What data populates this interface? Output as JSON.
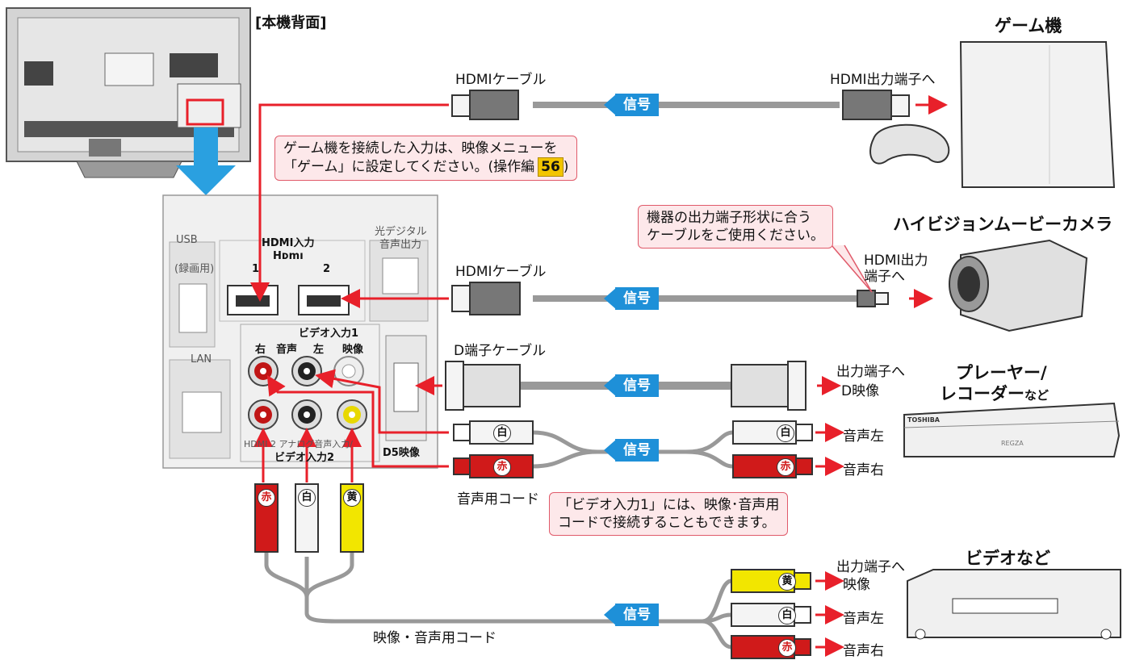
{
  "tv_label": "[本機背面]",
  "panel": {
    "usb": "USB",
    "usb_sub": "(録画用)",
    "hdmi_in": "HDMI入力",
    "hdmi_logo": "Hᴅmı",
    "hdmi_1": "1",
    "hdmi_2": "2",
    "optical_line1": "光デジタル",
    "optical_line2": "音声出力",
    "lan": "LAN",
    "video1": "ビデオ入力1",
    "right": "右",
    "audio": "音声",
    "left": "左",
    "video": "映像",
    "video2": "ビデオ入力2",
    "hdmi2_analog": "HDMI 2 アナログ音声入力/",
    "d5": "D5映像"
  },
  "devices": {
    "game": "ゲーム機",
    "camera": "ハイビジョンムービーカメラ",
    "player_line1": "プレーヤー/",
    "player_line2": "レコーダー",
    "player_suffix": "など",
    "video_deck": "ビデオなど",
    "player_brand": "TOSHIBA",
    "player_model": "REGZA"
  },
  "cables": {
    "hdmi_cable_1": "HDMIケーブル",
    "hdmi_cable_2": "HDMIケーブル",
    "d_cable": "D端子ケーブル",
    "audio_cord": "音声用コード",
    "av_cord": "映像・音声用コード"
  },
  "signal": "信号",
  "outputs": {
    "game_out": "HDMI出力端子へ",
    "cam_out_line1": "HDMI出力",
    "cam_out_line2": "端子へ",
    "d_out_line1": "出力端子へ",
    "d_out_line2": "D映像",
    "audio_left": "音声左",
    "audio_right": "音声右",
    "v_out_line1": "出力端子へ",
    "v_out_video": "映像",
    "v_audio_left": "音声左",
    "v_audio_right": "音声右"
  },
  "plugs": {
    "white": "白",
    "red": "赤",
    "yellow": "黄"
  },
  "callouts": {
    "game_line1": "ゲーム機を接続した入力は、映像メニューを",
    "game_line2": "「ゲーム」に設定してください。(操作編",
    "game_ref": "56",
    "game_close": ")",
    "cable_line1": "機器の出力端子形状に合う",
    "cable_line2": "ケーブルをご使用ください。",
    "video_line1": "「ビデオ入力1」には、映像･音声用",
    "video_line2": "コードで接続することもできます。"
  },
  "colors": {
    "signal_blue": "#1e90d8",
    "arrow_red": "#e8202a",
    "callout_bg": "#fde8ea",
    "plug_red": "#d01a1a",
    "plug_yellow": "#f2e600"
  }
}
